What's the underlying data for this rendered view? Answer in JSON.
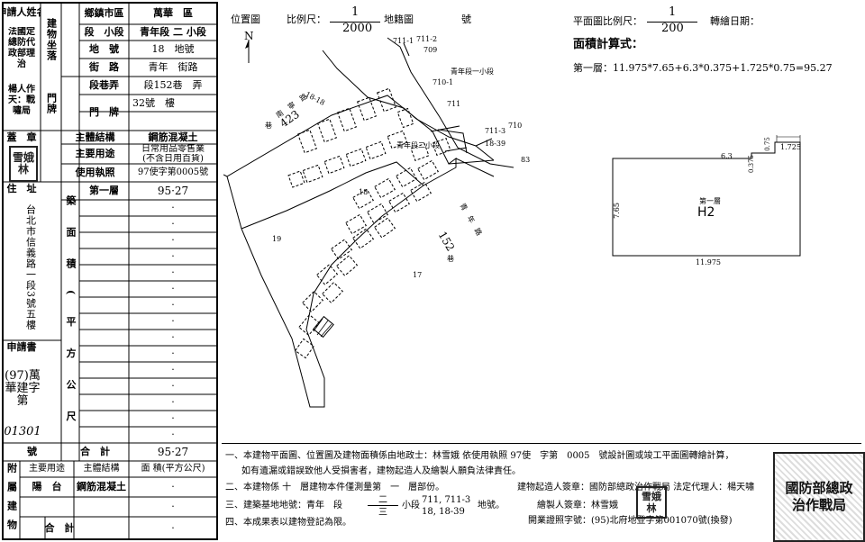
{
  "left_table": {
    "applicant_label": "申請人姓名",
    "applicant_name": "法國定總防代政部理治",
    "applicant_name_2": "楊人作天：戰嘯局",
    "address_label": "建物坐落",
    "township_label": "鄉鎮市區",
    "township_value": "萬華　區",
    "section_label": "段　小段",
    "section_value": "青年段 二 小段",
    "landno_label": "地　號",
    "landno_value": "18　地號",
    "door_label": "門牌",
    "street_label": "街　路",
    "street_value": "青年　街路",
    "lane_label": "段巷弄",
    "lane_value": "段152巷　弄",
    "number_label": "門　牌",
    "number_value": "32號　樓",
    "seal_label": "蓋　章",
    "structure_label": "主體結構",
    "structure_value": "鋼筋混凝土",
    "usage_label": "主要用途",
    "usage_value_1": "日常用品零售業",
    "usage_value_2": "(不含日用百貨)",
    "permit_label": "使用執照",
    "permit_value": "97使字第0005號",
    "residence_label": "住　址",
    "residence_value": "台北市信義路一段3號五樓",
    "floor_header": "第一層",
    "floor_area": "95·27",
    "dot": "·",
    "area_label": "建築面積(平方公尺)",
    "apply_no_label": "申請書",
    "apply_no_value": "(97)萬華建字第",
    "apply_no_hand": "01301",
    "apply_no_suffix": "號",
    "total_label": "合　計",
    "total_value": "95·27",
    "annex_label": "附屬建物",
    "annex_use_label": "主要用途",
    "annex_struct_label": "主體結構",
    "annex_area_label": "面 積(平方公尺)",
    "annex_use_value": "陽　台",
    "annex_struct_value": "鋼筋混凝土",
    "annex_total_label": "合　計"
  },
  "seal_applicant": "雪娥林",
  "location_map": {
    "title": "位置圖",
    "scale_label": "比例尺：",
    "scale_num": "1",
    "scale_den": "2000",
    "cadastral_label": "地籍圖",
    "cadastral_suffix": "號",
    "north": "N",
    "labels": {
      "p711_1": "711-1",
      "p711_2": "711-2",
      "p709": "709",
      "section1": "青年段一小段",
      "p710_1": "710-1",
      "p18_18": "18-18",
      "road_nf": "南　寧　路",
      "road_423": "423",
      "road_suffix": "巷",
      "p711": "711",
      "p710": "710",
      "p711_3": "711-3",
      "p18_39": "18-39",
      "section2": "青年段二小段",
      "p83": "83",
      "p18": "18",
      "p19": "19",
      "road_qn": "青　年　路",
      "road_152": "152",
      "road_lane": "巷",
      "p17": "17"
    }
  },
  "floor_plan": {
    "title": "平面圖比例尺：",
    "scale_num": "1",
    "scale_den": "200",
    "date_label": "轉繪日期：",
    "calc_title": "面積計算式：",
    "calc_line": "第一層：11.975*7.65+6.3*0.375+1.725*0.75=95.27",
    "floor_name": "第一層",
    "building_code": "H2",
    "dim_left": "7.65",
    "dim_bottom": "11.975",
    "dim_top": "6.3",
    "dim_notch": "0.375",
    "dim_right_top": "0.75",
    "dim_right_width": "1.725"
  },
  "notes": {
    "n1a": "一、本建物平面圖、位置圖及建物面積係由地政士：林雪娥 依使用執照 97使　字第　0005　號設計圖或竣工平面圖轉繪計算，",
    "n1b": "如有遺漏或錯誤致他人受損害者，建物起造人及繪製人願負法律責任。",
    "n2a": "二、本建物係 十　層建物本件僅測量第　一　層部份。",
    "n2b": "建物起造人簽章：國防部總政治作戰局 法定代理人：楊天嘯",
    "n3a": "三、建築基地地號：青年　段",
    "n3sec_top": "二",
    "n3sec_bot": "三",
    "n3b": "小段",
    "n3lots_top": "711, 711-3",
    "n3lots_bot": "18, 18-39",
    "n3c": "地號。",
    "n4": "四、本成果表以建物登記為限。",
    "drafter": "繪製人簽章：林雪娥",
    "license": "開業證照字號：(95)北府地登字第001070號(換發)"
  },
  "seal_drafter": "雪娥林",
  "stamp_text": "國防部總政治作戰局"
}
